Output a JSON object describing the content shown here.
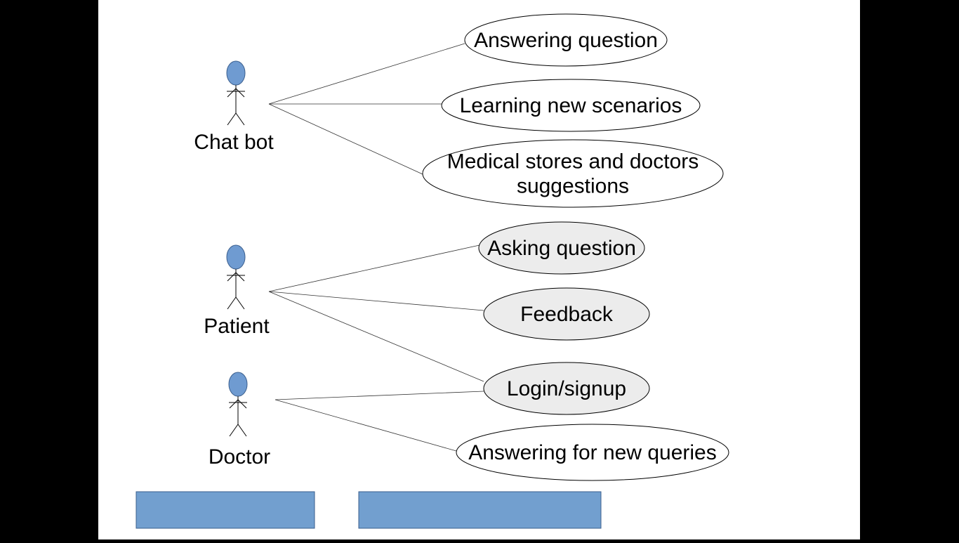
{
  "actors": [
    {
      "id": "chatbot",
      "name": "Chat bot"
    },
    {
      "id": "patient",
      "name": "Patient"
    },
    {
      "id": "doctor",
      "name": "Doctor"
    }
  ],
  "use_cases": [
    {
      "id": "uc1",
      "lines": [
        "Answering question"
      ],
      "shaded": false
    },
    {
      "id": "uc2",
      "lines": [
        "Learning new scenarios"
      ],
      "shaded": false
    },
    {
      "id": "uc3",
      "lines": [
        "Medical stores and doctors",
        "suggestions"
      ],
      "shaded": false
    },
    {
      "id": "uc4",
      "lines": [
        "Asking question"
      ],
      "shaded": true
    },
    {
      "id": "uc5",
      "lines": [
        "Feedback"
      ],
      "shaded": true
    },
    {
      "id": "uc6",
      "lines": [
        "Login/signup"
      ],
      "shaded": true
    },
    {
      "id": "uc7",
      "lines": [
        "Answering for new queries"
      ],
      "shaded": false
    }
  ],
  "associations": [
    [
      "chatbot",
      "uc1"
    ],
    [
      "chatbot",
      "uc2"
    ],
    [
      "chatbot",
      "uc3"
    ],
    [
      "patient",
      "uc4"
    ],
    [
      "patient",
      "uc5"
    ],
    [
      "patient",
      "uc6"
    ],
    [
      "doctor",
      "uc6"
    ],
    [
      "doctor",
      "uc7"
    ]
  ],
  "colors": {
    "actor_head": "#6f9bd1",
    "actor_head_stroke": "#3b5f8e",
    "shaded_fill": "#ececec",
    "plain_fill": "#ffffff",
    "box_fill": "#729fcf",
    "box_stroke": "#3b5f8e"
  }
}
